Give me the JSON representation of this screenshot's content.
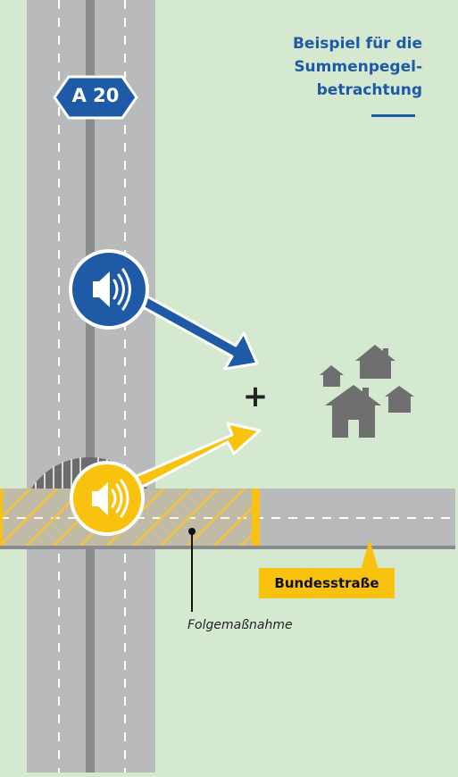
{
  "title": {
    "line1": "Beispiel für die",
    "line2": "Summenpegel-",
    "line3": "betrachtung"
  },
  "motorway": {
    "label": "A 20"
  },
  "federal_road": {
    "label": "Bundesstraße"
  },
  "measure": {
    "label": "Folgemaßnahme"
  },
  "sum_symbol": "+",
  "colors": {
    "background": "#d5e9d1",
    "road": "#b9babb",
    "road_median": "#8a8b8d",
    "motorway_blue": "#1f5aa6",
    "federal_yellow": "#f9c20f",
    "houses": "#6f6f70"
  },
  "icons": [
    "speaker-icon-motorway",
    "speaker-icon-federal-road",
    "houses-icon"
  ]
}
